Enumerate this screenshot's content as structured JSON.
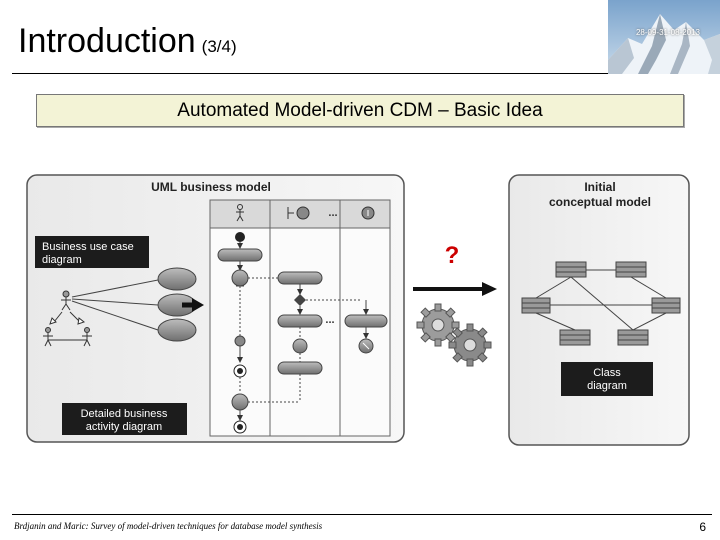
{
  "slide": {
    "title": "Introduction",
    "subtitle": "(3/4)",
    "date_range": "28-09-31-08-2013",
    "banner": "Automated Model-driven CDM – Basic Idea",
    "footer": "Brdjanin and Maric: Survey of model-driven techniques for database model synthesis",
    "page_number": "6"
  },
  "diagram": {
    "uml_panel_title": "UML business model",
    "use_case_label_1": "Business use case",
    "use_case_label_2": "diagram",
    "activity_label_1": "Detailed business",
    "activity_label_2": "activity diagram",
    "question_mark": "?",
    "conceptual_title_1": "Initial",
    "conceptual_title_2": "conceptual model",
    "class_label_1": "Class",
    "class_label_2": "diagram",
    "ellipsis": "...",
    "question_color": "#cc0000"
  }
}
